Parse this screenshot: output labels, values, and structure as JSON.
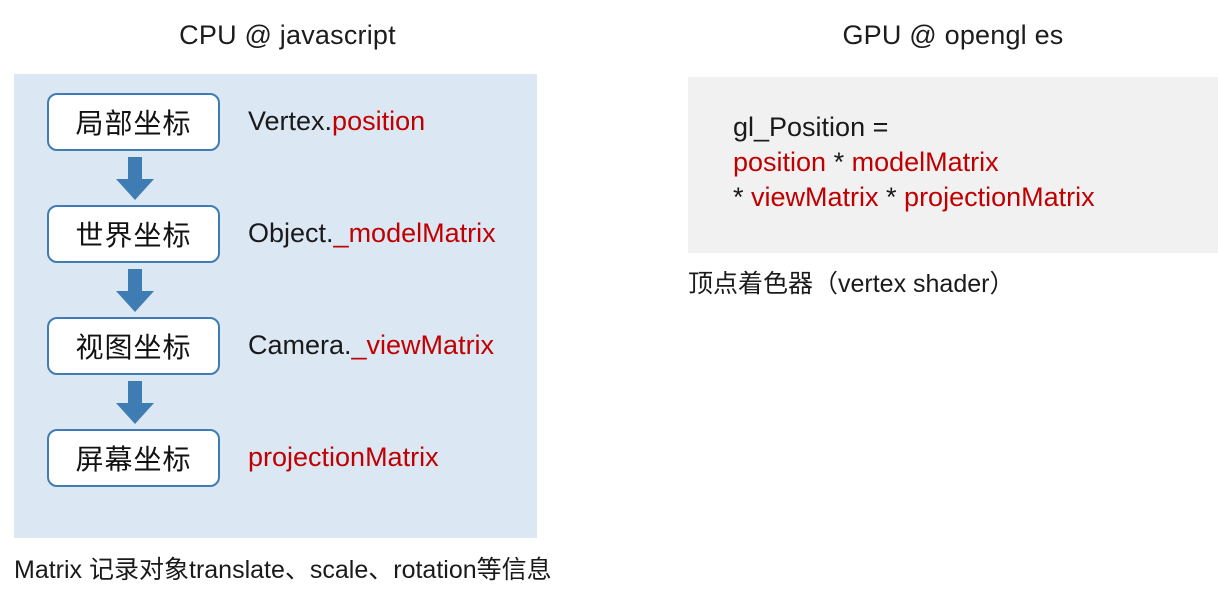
{
  "colors": {
    "panel_bg": "#dce7f4",
    "box_border": "#3f7cb4",
    "arrow": "#3f7cb4",
    "accent_red": "#c00000",
    "code_bg": "#f1f1f1",
    "text": "#1a1a1a"
  },
  "cpu": {
    "title": "CPU @ javascript",
    "stages": [
      {
        "box": "局部坐标",
        "label_prefix": "Vertex.",
        "label_accent": "position",
        "accent_only": false
      },
      {
        "box": "世界坐标",
        "label_prefix": "Object.",
        "label_accent": "_modelMatrix",
        "accent_only": false
      },
      {
        "box": "视图坐标",
        "label_prefix": "Camera.",
        "label_accent": "_viewMatrix",
        "accent_only": false
      },
      {
        "box": "屏幕坐标",
        "label_prefix": "",
        "label_accent": "projectionMatrix",
        "accent_only": true
      }
    ],
    "arrow_icon": "arrow-down-icon",
    "caption": "Matrix 记录对象translate、scale、rotation等信息"
  },
  "gpu": {
    "title": "GPU @ opengl es",
    "code_lines": [
      [
        {
          "text": "gl_Position =",
          "accent": false
        }
      ],
      [
        {
          "text": "position",
          "accent": true
        },
        {
          "text": " * ",
          "accent": false
        },
        {
          "text": "modelMatrix",
          "accent": true
        }
      ],
      [
        {
          "text": "* ",
          "accent": false
        },
        {
          "text": "viewMatrix",
          "accent": true
        },
        {
          "text": " * ",
          "accent": false
        },
        {
          "text": "projectionMatrix",
          "accent": true
        }
      ]
    ],
    "caption": "顶点着色器（vertex shader）"
  }
}
